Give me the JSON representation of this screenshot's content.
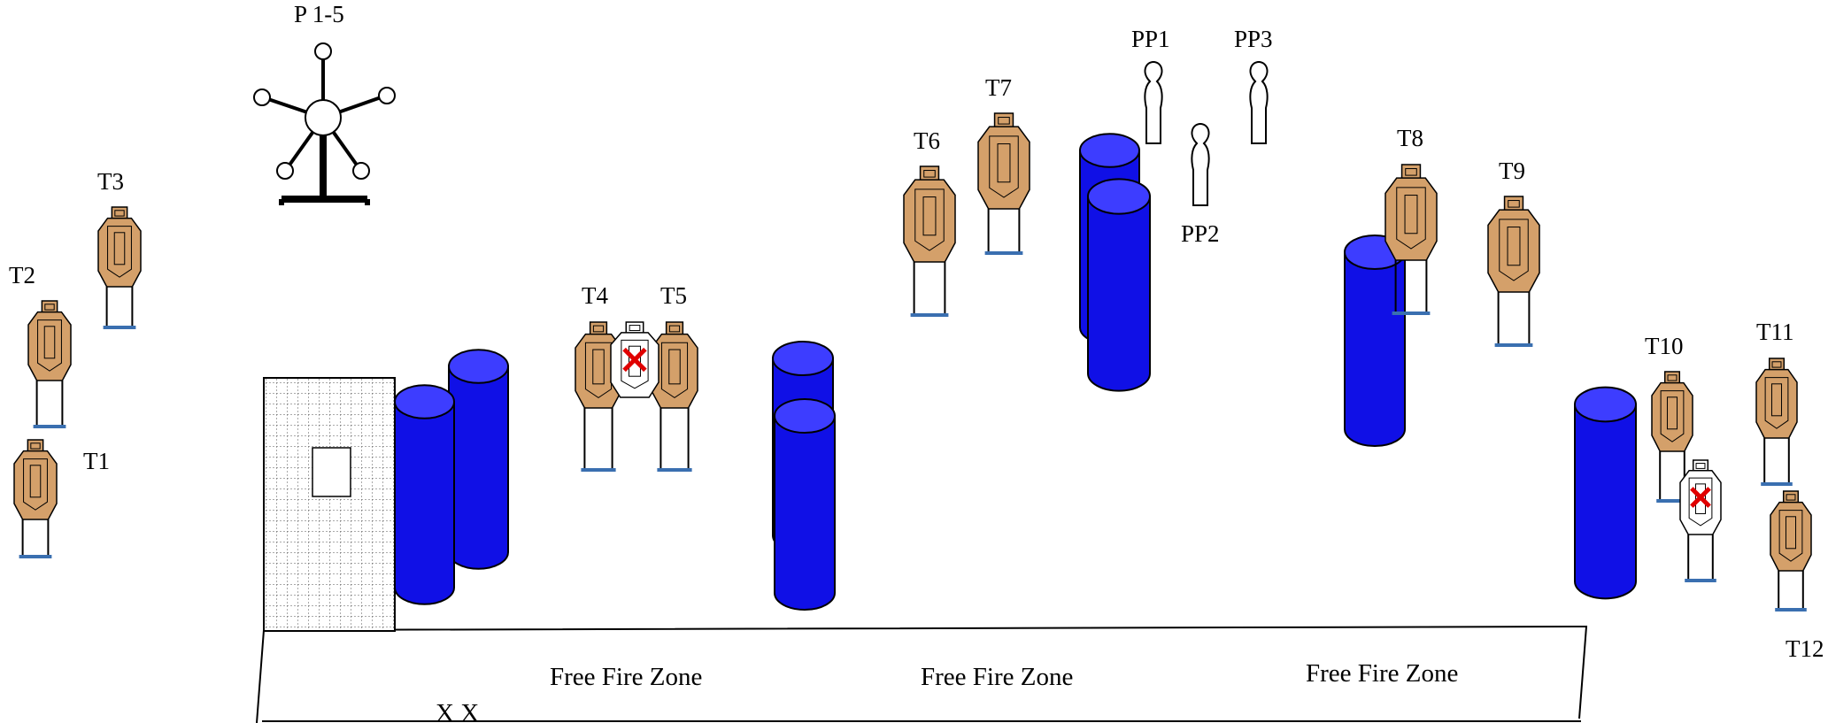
{
  "colors": {
    "target_fill": "#d4a06a",
    "barrel_fill": "#1010e6",
    "barrel_top": "#3d3dff",
    "no_shoot_x": "#e00000",
    "stand_base": "#3a6fb0"
  },
  "targets": [
    {
      "label": "T1",
      "kind": "shoot",
      "icon": "target-icon"
    },
    {
      "label": "T2",
      "kind": "shoot",
      "icon": "target-icon"
    },
    {
      "label": "T3",
      "kind": "shoot",
      "icon": "target-icon"
    },
    {
      "label": "T4",
      "kind": "shoot",
      "icon": "target-icon"
    },
    {
      "label": "T5",
      "kind": "shoot",
      "icon": "target-icon"
    },
    {
      "label": "T6",
      "kind": "shoot",
      "icon": "target-icon"
    },
    {
      "label": "T7",
      "kind": "shoot",
      "icon": "target-icon"
    },
    {
      "label": "T8",
      "kind": "shoot",
      "icon": "target-icon"
    },
    {
      "label": "T9",
      "kind": "shoot",
      "icon": "target-icon"
    },
    {
      "label": "T10",
      "kind": "shoot",
      "icon": "target-icon"
    },
    {
      "label": "T11",
      "kind": "shoot",
      "icon": "target-icon"
    },
    {
      "label": "T12",
      "kind": "shoot",
      "icon": "target-icon"
    }
  ],
  "no_shoots": [
    {
      "label": "",
      "icon": "no-shoot-target-icon"
    },
    {
      "label": "",
      "icon": "no-shoot-target-icon"
    }
  ],
  "popper_labels": [
    "PP1",
    "PP2",
    "PP3"
  ],
  "plate_rack_label": "P 1-5",
  "zone_labels": [
    "Free Fire Zone",
    "Free Fire Zone",
    "Free Fire Zone"
  ],
  "start_marks": "X X"
}
